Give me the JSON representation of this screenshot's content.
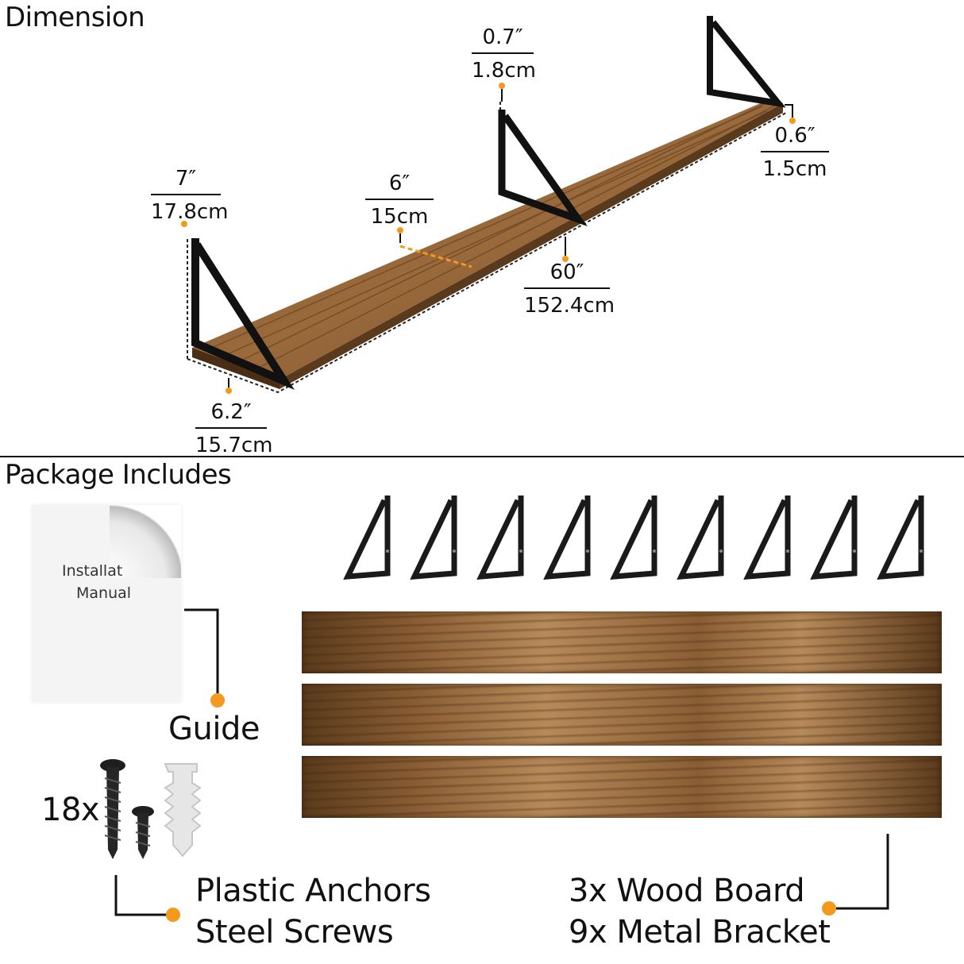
{
  "dimension": {
    "title": "Dimension",
    "labels": {
      "top_thickness": {
        "in": "0.7″",
        "cm": "1.8cm"
      },
      "end_thickness": {
        "in": "0.6″",
        "cm": "1.5cm"
      },
      "bracket_height": {
        "in": "7″",
        "cm": "17.8cm"
      },
      "depth": {
        "in": "6″",
        "cm": "15cm"
      },
      "length": {
        "in": "60″",
        "cm": "152.4cm"
      },
      "bracket_depth": {
        "in": "6.2″",
        "cm": "15.7cm"
      }
    }
  },
  "package": {
    "title": "Package Includes",
    "manual_text": [
      "Installat",
      "Manual"
    ],
    "guide_label": "Guide",
    "hardware_count": "18x",
    "hardware_labels": [
      "Plastic Anchors",
      "Steel Screws"
    ],
    "board_labels": [
      "3x Wood Board",
      "9x Metal Bracket"
    ],
    "bracket_count": 9,
    "board_count": 3
  },
  "colors": {
    "accent_dot": "#f39a1e",
    "wood_dark": "#5a3a1c",
    "wood_mid": "#8a5e34",
    "wood_light": "#b88a5a",
    "metal": "#1a1a1a"
  }
}
